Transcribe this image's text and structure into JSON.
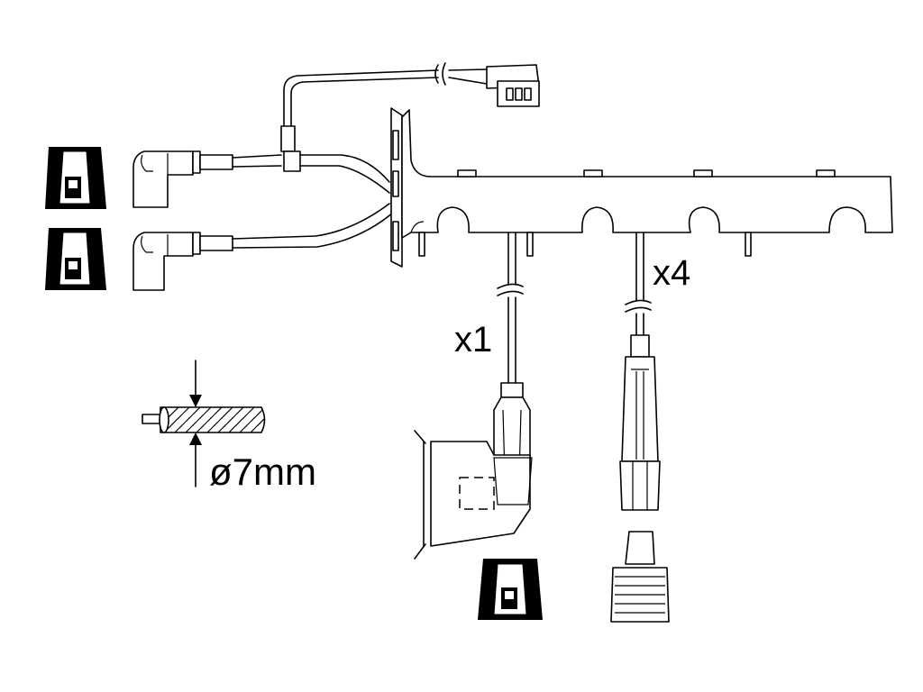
{
  "labels": {
    "coil_qty": "x1",
    "plug_qty": "x4",
    "diameter": "ø7mm"
  }
}
